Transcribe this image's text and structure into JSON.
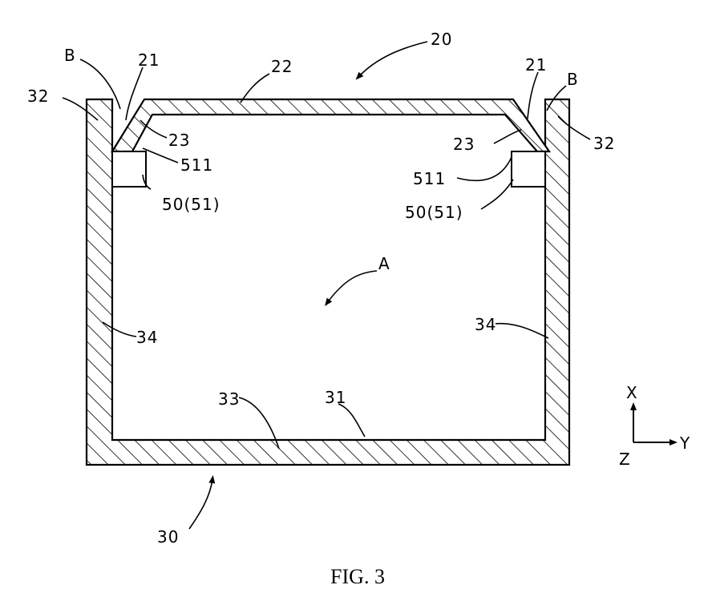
{
  "figure": {
    "caption": "FIG. 3",
    "labels": {
      "l20": "20",
      "l21_left": "21",
      "l21_right": "21",
      "l22": "22",
      "l23_left": "23",
      "l23_right": "23",
      "lB_left": "B",
      "lB_right": "B",
      "l32_left": "32",
      "l32_right": "32",
      "l511_left": "511",
      "l511_right": "511",
      "l50_left": "50(51)",
      "l50_right": "50(51)",
      "lA": "A",
      "l34_left": "34",
      "l34_right": "34",
      "l33": "33",
      "l31": "31",
      "l30": "30"
    },
    "axes": {
      "x": "X",
      "y": "Y",
      "z": "Z"
    }
  }
}
